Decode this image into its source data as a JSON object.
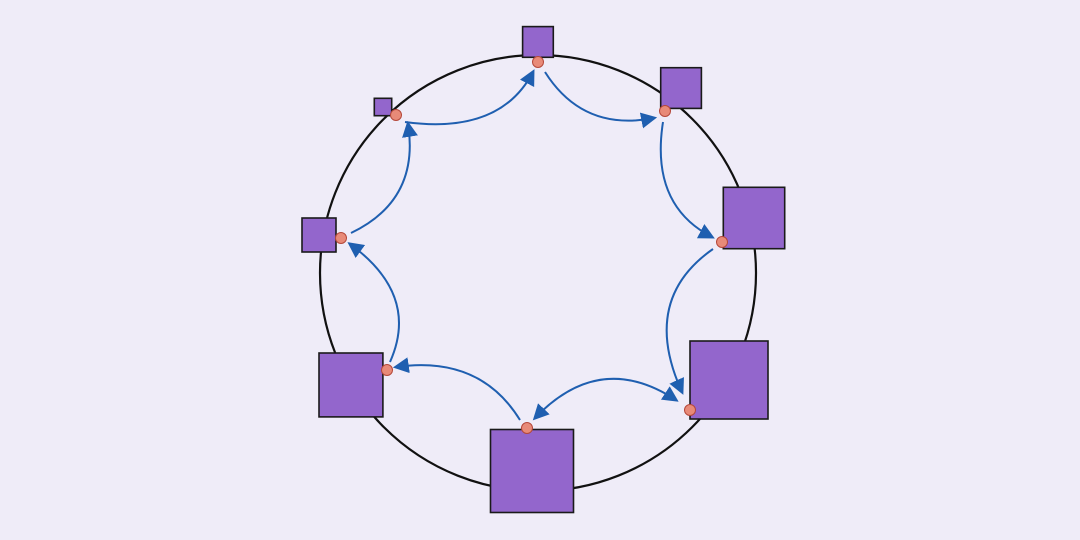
{
  "colors": {
    "background": "#efecf8",
    "ring_stroke": "#111111",
    "node_fill": "#9366cc",
    "node_stroke": "#1a1a1a",
    "port_fill": "#e88a78",
    "port_stroke": "#b5483a",
    "arrow": "#1f5fb0"
  },
  "diagram": {
    "type": "ring-of-nodes",
    "node_count": 8,
    "nodes": [
      {
        "id": "n1",
        "relative_size": 0.37
      },
      {
        "id": "n2",
        "relative_size": 0.49
      },
      {
        "id": "n3",
        "relative_size": 0.74
      },
      {
        "id": "n4",
        "relative_size": 0.94
      },
      {
        "id": "n5",
        "relative_size": 1.0
      },
      {
        "id": "n6",
        "relative_size": 0.77
      },
      {
        "id": "n7",
        "relative_size": 0.41
      },
      {
        "id": "n8",
        "relative_size": 0.21
      }
    ],
    "edges": [
      {
        "from": "n1",
        "to": "n2"
      },
      {
        "from": "n2",
        "to": "n3"
      },
      {
        "from": "n3",
        "to": "n4"
      },
      {
        "from": "n4",
        "to": "n5"
      },
      {
        "from": "n5",
        "to": "n4"
      },
      {
        "from": "n5",
        "to": "n6"
      },
      {
        "from": "n6",
        "to": "n7"
      },
      {
        "from": "n7",
        "to": "n8"
      },
      {
        "from": "n8",
        "to": "n1"
      }
    ]
  }
}
